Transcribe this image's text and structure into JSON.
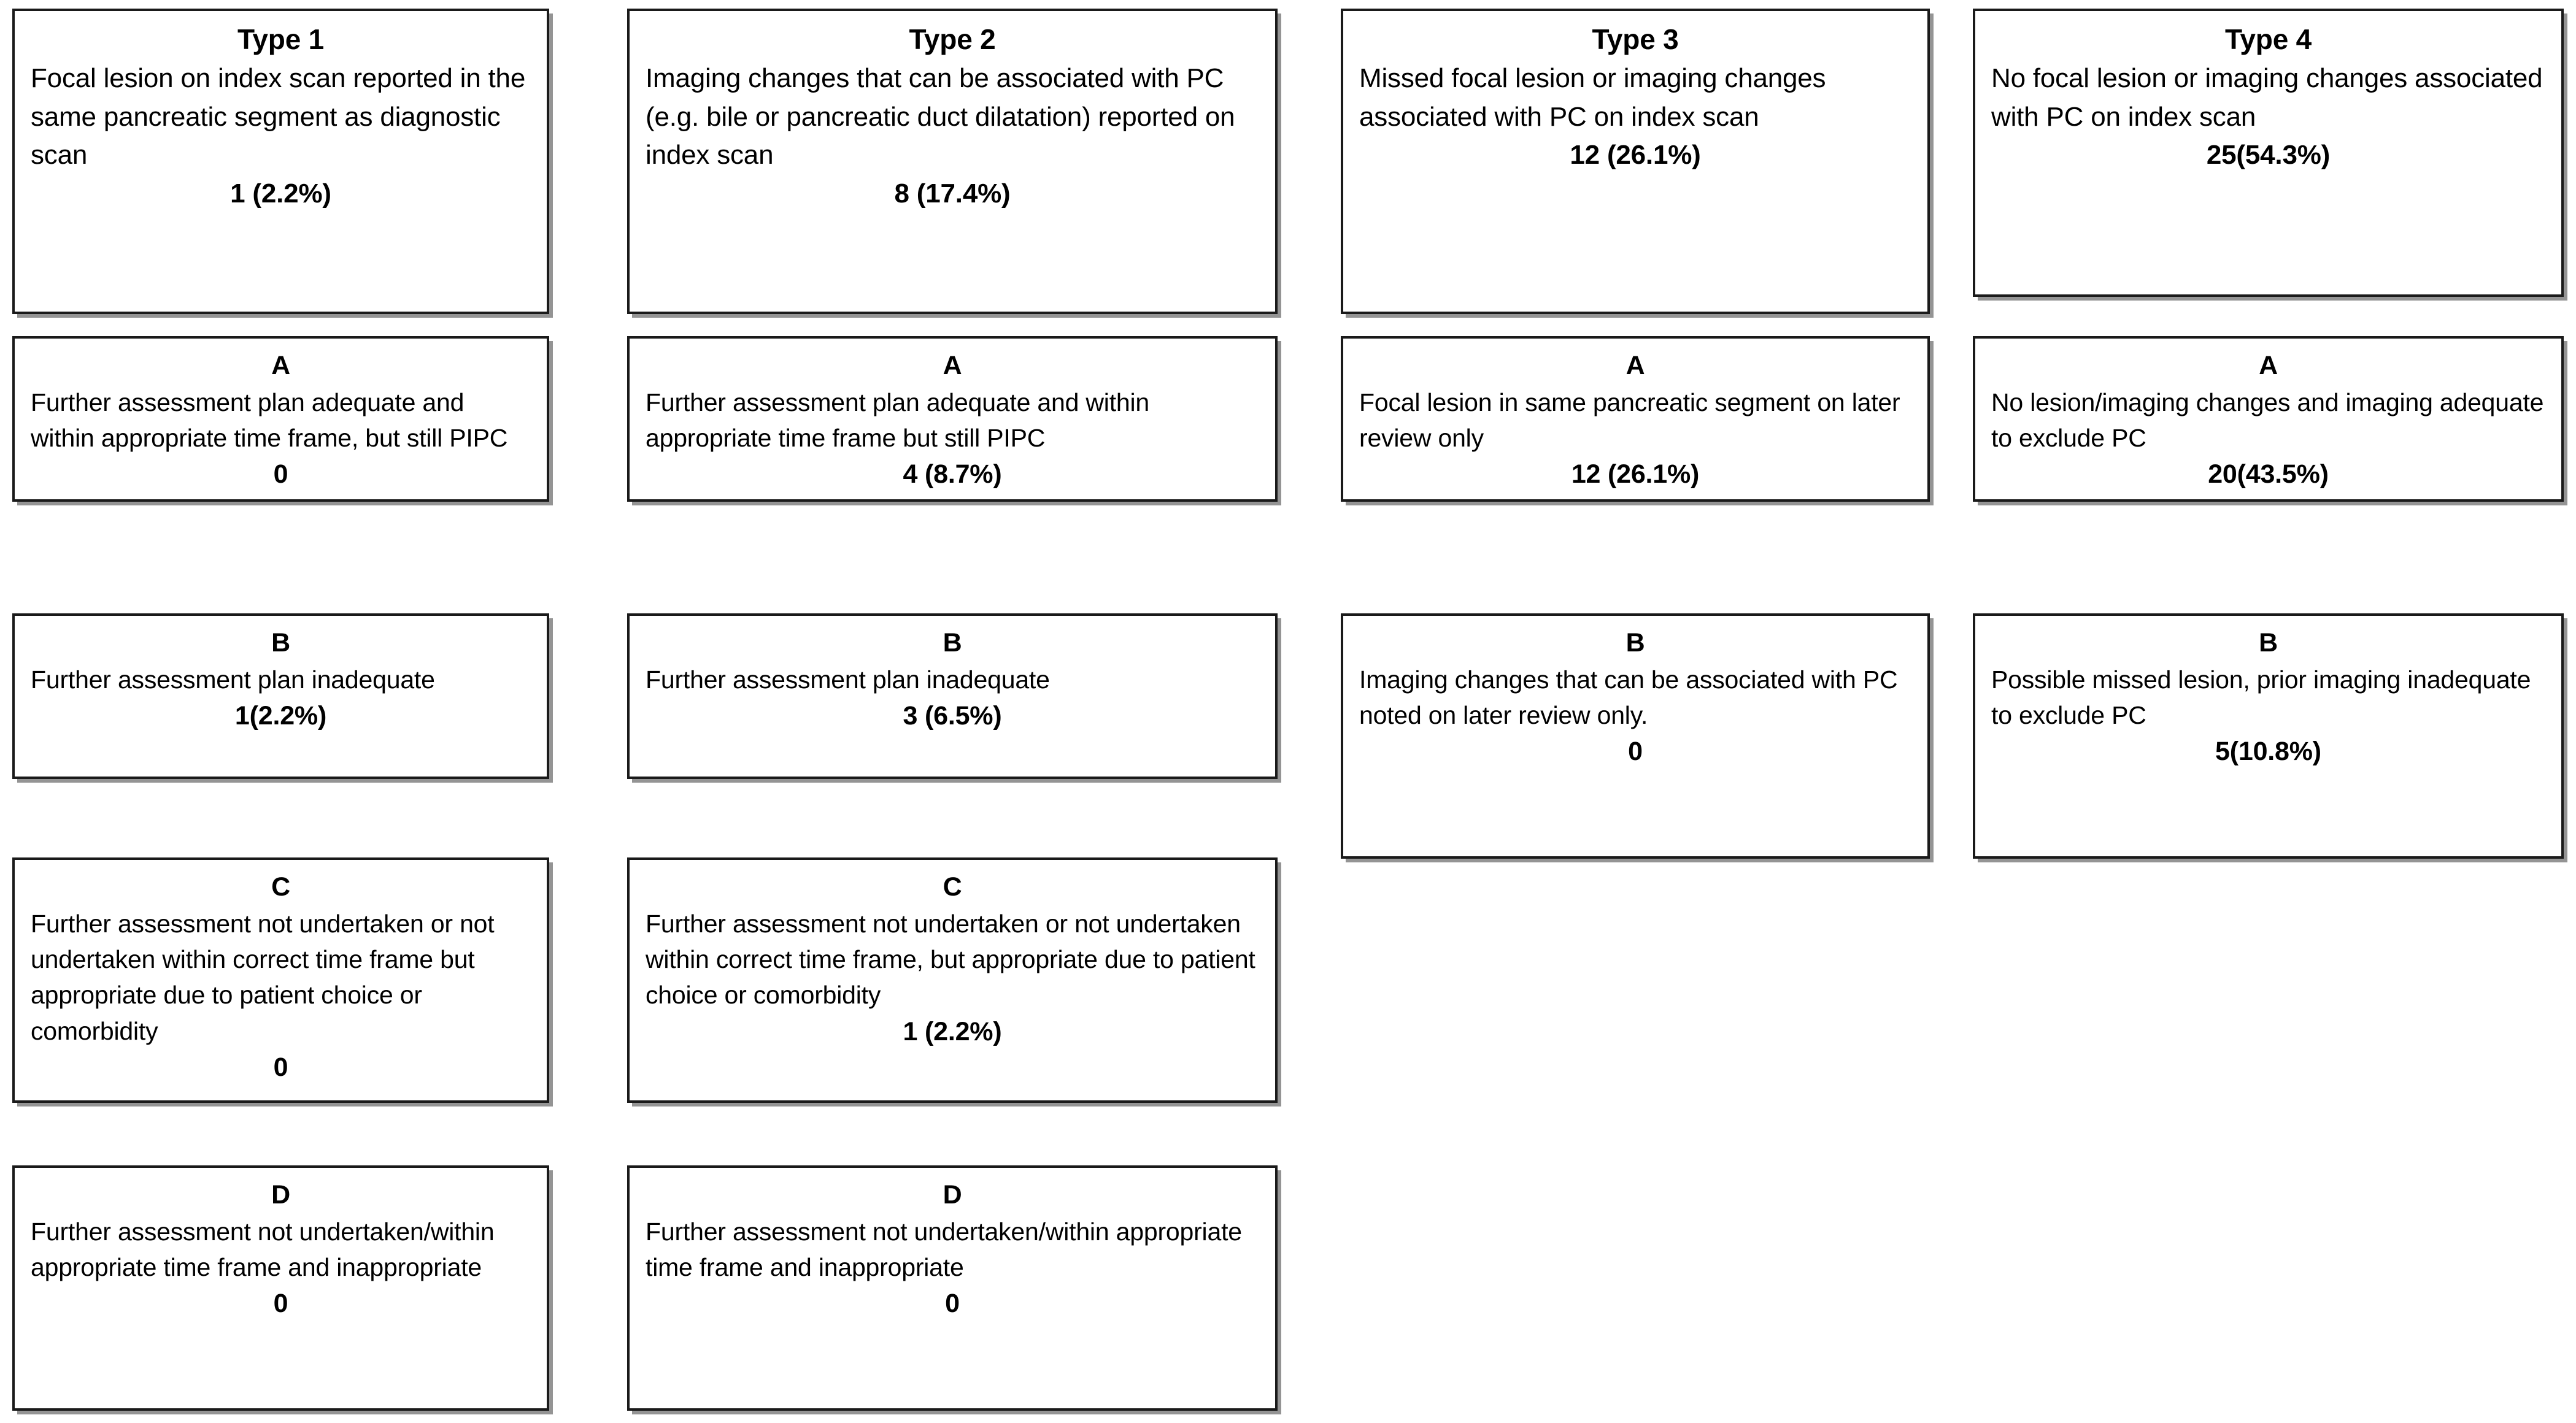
{
  "diagram": {
    "kind": "classification-grid",
    "columns": [
      {
        "id": "type1",
        "header": {
          "title": "Type 1",
          "body": "Focal lesion on index scan reported in the same pancreatic segment as diagnostic scan",
          "count": "1 (2.2%)"
        },
        "subcategories": [
          {
            "letter": "A",
            "body": "Further assessment plan adequate and within appropriate time frame, but still PIPC",
            "count": "0"
          },
          {
            "letter": "B",
            "body": "Further assessment plan inadequate",
            "count": "1(2.2%)"
          },
          {
            "letter": "C",
            "body": "Further assessment not undertaken or not undertaken within correct time frame but appropriate due to patient choice or comorbidity",
            "count": "0"
          },
          {
            "letter": "D",
            "body": "Further assessment not undertaken/within appropriate time frame and inappropriate",
            "count": "0"
          }
        ]
      },
      {
        "id": "type2",
        "header": {
          "title": "Type 2",
          "body": "Imaging changes that can be associated with PC (e.g. bile or pancreatic duct dilatation) reported on index scan",
          "count": "8 (17.4%)"
        },
        "subcategories": [
          {
            "letter": "A",
            "body": "Further assessment plan adequate and within appropriate time frame but still PIPC",
            "count": "4 (8.7%)"
          },
          {
            "letter": "B",
            "body": "Further assessment plan inadequate",
            "count": "3 (6.5%)"
          },
          {
            "letter": "C",
            "body": "Further assessment not undertaken or not undertaken within correct time frame, but appropriate due to patient choice or comorbidity",
            "count": "1 (2.2%)"
          },
          {
            "letter": "D",
            "body": "Further assessment not undertaken/within appropriate time frame and inappropriate",
            "count": "0"
          }
        ]
      },
      {
        "id": "type3",
        "header": {
          "title": "Type 3",
          "body": "Missed focal lesion or imaging changes associated with PC on index scan",
          "count": "12 (26.1%)"
        },
        "subcategories": [
          {
            "letter": "A",
            "body": "Focal lesion in same pancreatic segment on later review only",
            "count": "12 (26.1%)"
          },
          {
            "letter": "B",
            "body": "Imaging changes that can be associated with PC  noted on later review only.",
            "count": "0"
          }
        ]
      },
      {
        "id": "type4",
        "header": {
          "title": "Type 4",
          "body": "No focal lesion or imaging changes associated with PC on index scan",
          "count": "25(54.3%)"
        },
        "subcategories": [
          {
            "letter": "A",
            "body": "No lesion/imaging changes and imaging adequate to exclude PC",
            "count": "20(43.5%)"
          },
          {
            "letter": "B",
            "body": "Possible missed lesion, prior imaging inadequate to exclude PC",
            "count": "5(10.8%)"
          }
        ]
      }
    ]
  },
  "style": {
    "border_color": "#1a1a1a",
    "background_color": "#ffffff",
    "text_color": "#000000"
  }
}
